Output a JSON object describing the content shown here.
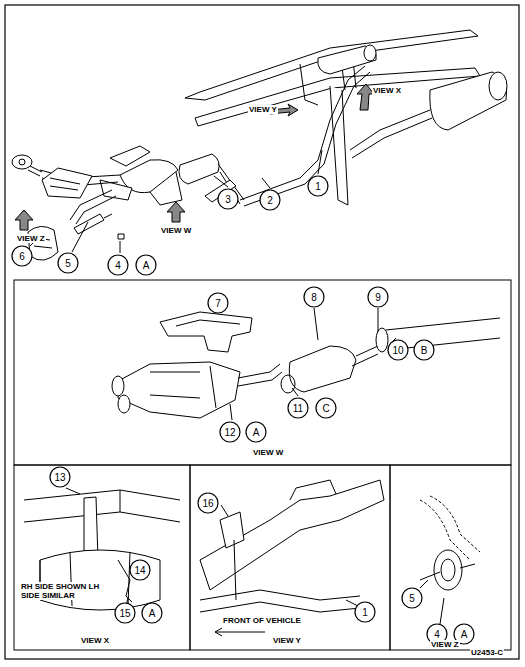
{
  "diagram": {
    "nodes": [
      {
        "text": [
          "1"
        ]
      },
      {
        "text": [
          "2"
        ]
      },
      {
        "text": [
          "3"
        ]
      },
      {
        "text": [
          "6"
        ]
      },
      {
        "text": [
          "5"
        ]
      },
      {
        "text": [
          "4"
        ]
      },
      {
        "text": [
          "A"
        ]
      },
      {
        "text": [
          "7"
        ]
      },
      {
        "text": [
          "8"
        ]
      },
      {
        "text": [
          "9"
        ]
      },
      {
        "text": [
          "10"
        ]
      },
      {
        "text": [
          "B"
        ]
      },
      {
        "text": [
          "11"
        ]
      },
      {
        "text": [
          "C"
        ]
      },
      {
        "text": [
          "12"
        ]
      },
      {
        "text": [
          "A"
        ]
      },
      {
        "text": [
          "13"
        ]
      },
      {
        "text": [
          "14"
        ]
      },
      {
        "text": [
          "15"
        ]
      },
      {
        "text": [
          "A"
        ]
      },
      {
        "text": [
          "16"
        ]
      },
      {
        "text": [
          "1"
        ]
      },
      {
        "text": [
          "5"
        ]
      },
      {
        "text": [
          "4"
        ]
      },
      {
        "text": [
          "A"
        ]
      }
    ],
    "labels": [
      "VIEW Y",
      "VIEW X",
      "VIEW Z",
      "VIEW W",
      "VIEW W",
      "RH SIDE SHOWN LH SIDE SIMILAR",
      "VIEW X",
      "FRONT OF VEHICLE",
      "VIEW Y",
      "VIEW Z",
      "U2453-C"
    ]
  }
}
